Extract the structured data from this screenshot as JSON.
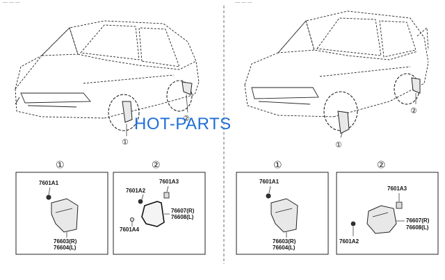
{
  "header": {
    "left_fragment": "— —  —",
    "right_fragment": "— —  —"
  },
  "watermark": "HOT-PARTS",
  "left_panel": {
    "car_callouts": {
      "front": "①",
      "rear": "②"
    },
    "box1": {
      "marker": "①",
      "bolt_code": "7601A1",
      "flap_code_r": "76603(R)",
      "flap_code_l": "76604(L)"
    },
    "box2": {
      "marker": "②",
      "bolt_code": "7601A2",
      "clip_code": "7601A3",
      "screw_code": "7601A4",
      "flap_code_r": "76607(R)",
      "flap_code_l": "76608(L)"
    }
  },
  "right_panel": {
    "car_callouts": {
      "front": "①",
      "rear": "②"
    },
    "box1": {
      "marker": "①",
      "bolt_code": "7601A1",
      "flap_code_r": "76603(R)",
      "flap_code_l": "76604(L)"
    },
    "box2": {
      "marker": "②",
      "clip_code": "7601A3",
      "bolt_code": "7601A2",
      "flap_code_r": "76607(R)",
      "flap_code_l": "76608(L)"
    }
  }
}
